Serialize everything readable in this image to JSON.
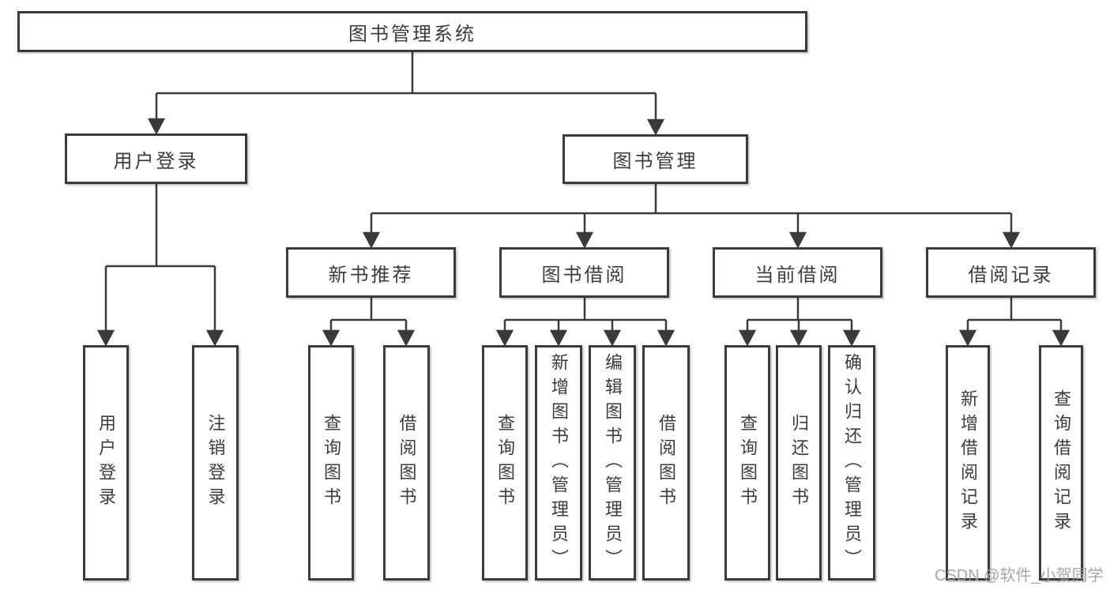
{
  "title": "图书管理系统",
  "level2": [
    {
      "label": "用户登录"
    },
    {
      "label": "图书管理"
    }
  ],
  "level3": [
    {
      "label": "新书推荐"
    },
    {
      "label": "图书借阅"
    },
    {
      "label": "当前借阅"
    },
    {
      "label": "借阅记录"
    }
  ],
  "leaves": {
    "user_login": [
      "用户登录",
      "注销登录"
    ],
    "new_books": [
      "查询图书",
      "借阅图书"
    ],
    "book_borrow": [
      "查询图书",
      "新增图书（管理员）",
      "编辑图书（管理员）",
      "借阅图书"
    ],
    "current_borrow": [
      "查询图书",
      "归还图书",
      "确认归还（管理员）"
    ],
    "borrow_records": [
      "新增借阅记录",
      "查询借阅记录"
    ]
  },
  "watermark": "CSDN @软件_小贺同学",
  "colors": {
    "line": "#3a3a3a",
    "text": "#3c3c3c",
    "watermark": "#9e9e9e",
    "background": "#ffffff"
  }
}
